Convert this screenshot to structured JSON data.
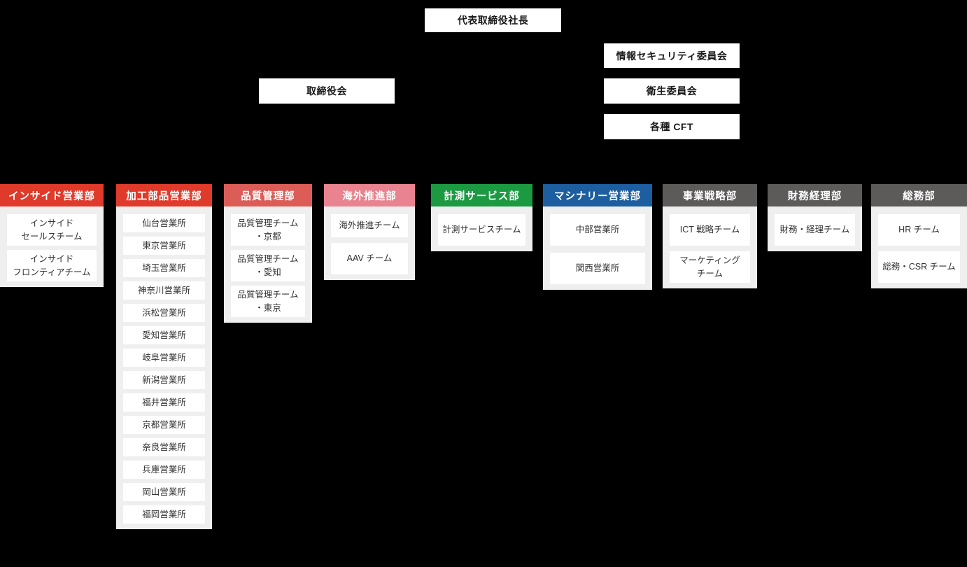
{
  "chart": {
    "president": "代表取締役社長",
    "board": "取締役会",
    "committees": [
      "情報セキュリティ委員会",
      "衛生委員会",
      "各種 CFT"
    ],
    "colors": {
      "red": "#e03a2b",
      "mid_red": "#dc5d58",
      "pink": "#e8838f",
      "green": "#1c9a42",
      "blue": "#1c5e9f",
      "gray": "#5d5a5a",
      "column_body": "#efefef",
      "item_bg": "#ffffff"
    },
    "departments": [
      {
        "name": "インサイド営業部",
        "color": "#e03a2b",
        "items": [
          [
            "インサイド",
            "セールスチーム"
          ],
          [
            "インサイド",
            "フロンティアチーム"
          ]
        ]
      },
      {
        "name": "加工部品営業部",
        "color": "#e03a2b",
        "items": [
          [
            "仙台営業所"
          ],
          [
            "東京営業所"
          ],
          [
            "埼玉営業所"
          ],
          [
            "神奈川営業所"
          ],
          [
            "浜松営業所"
          ],
          [
            "愛知営業所"
          ],
          [
            "岐阜営業所"
          ],
          [
            "新潟営業所"
          ],
          [
            "福井営業所"
          ],
          [
            "京都営業所"
          ],
          [
            "奈良営業所"
          ],
          [
            "兵庫営業所"
          ],
          [
            "岡山営業所"
          ],
          [
            "福岡営業所"
          ]
        ]
      },
      {
        "name": "品質管理部",
        "color": "#dc5d58",
        "items": [
          [
            "品質管理チーム",
            "・京都"
          ],
          [
            "品質管理チーム",
            "・愛知"
          ],
          [
            "品質管理チーム",
            "・東京"
          ]
        ]
      },
      {
        "name": "海外推進部",
        "color": "#e8838f",
        "items": [
          [
            "海外推進チーム"
          ],
          [
            "AAV チーム"
          ]
        ]
      },
      {
        "name": "計測サービス部",
        "color": "#1c9a42",
        "items": [
          [
            "計測サービスチーム"
          ]
        ]
      },
      {
        "name": "マシナリー営業部",
        "color": "#1c5e9f",
        "items": [
          [
            "中部営業所"
          ],
          [
            "関西営業所"
          ]
        ]
      },
      {
        "name": "事業戦略部",
        "color": "#5d5a5a",
        "items": [
          [
            "ICT 戦略チーム"
          ],
          [
            "マーケティング",
            "チーム"
          ]
        ]
      },
      {
        "name": "財務経理部",
        "color": "#5d5a5a",
        "items": [
          [
            "財務・経理チーム"
          ]
        ]
      },
      {
        "name": "総務部",
        "color": "#5d5a5a",
        "items": [
          [
            "HR チーム"
          ],
          [
            "総務・CSR チーム"
          ]
        ]
      }
    ]
  }
}
